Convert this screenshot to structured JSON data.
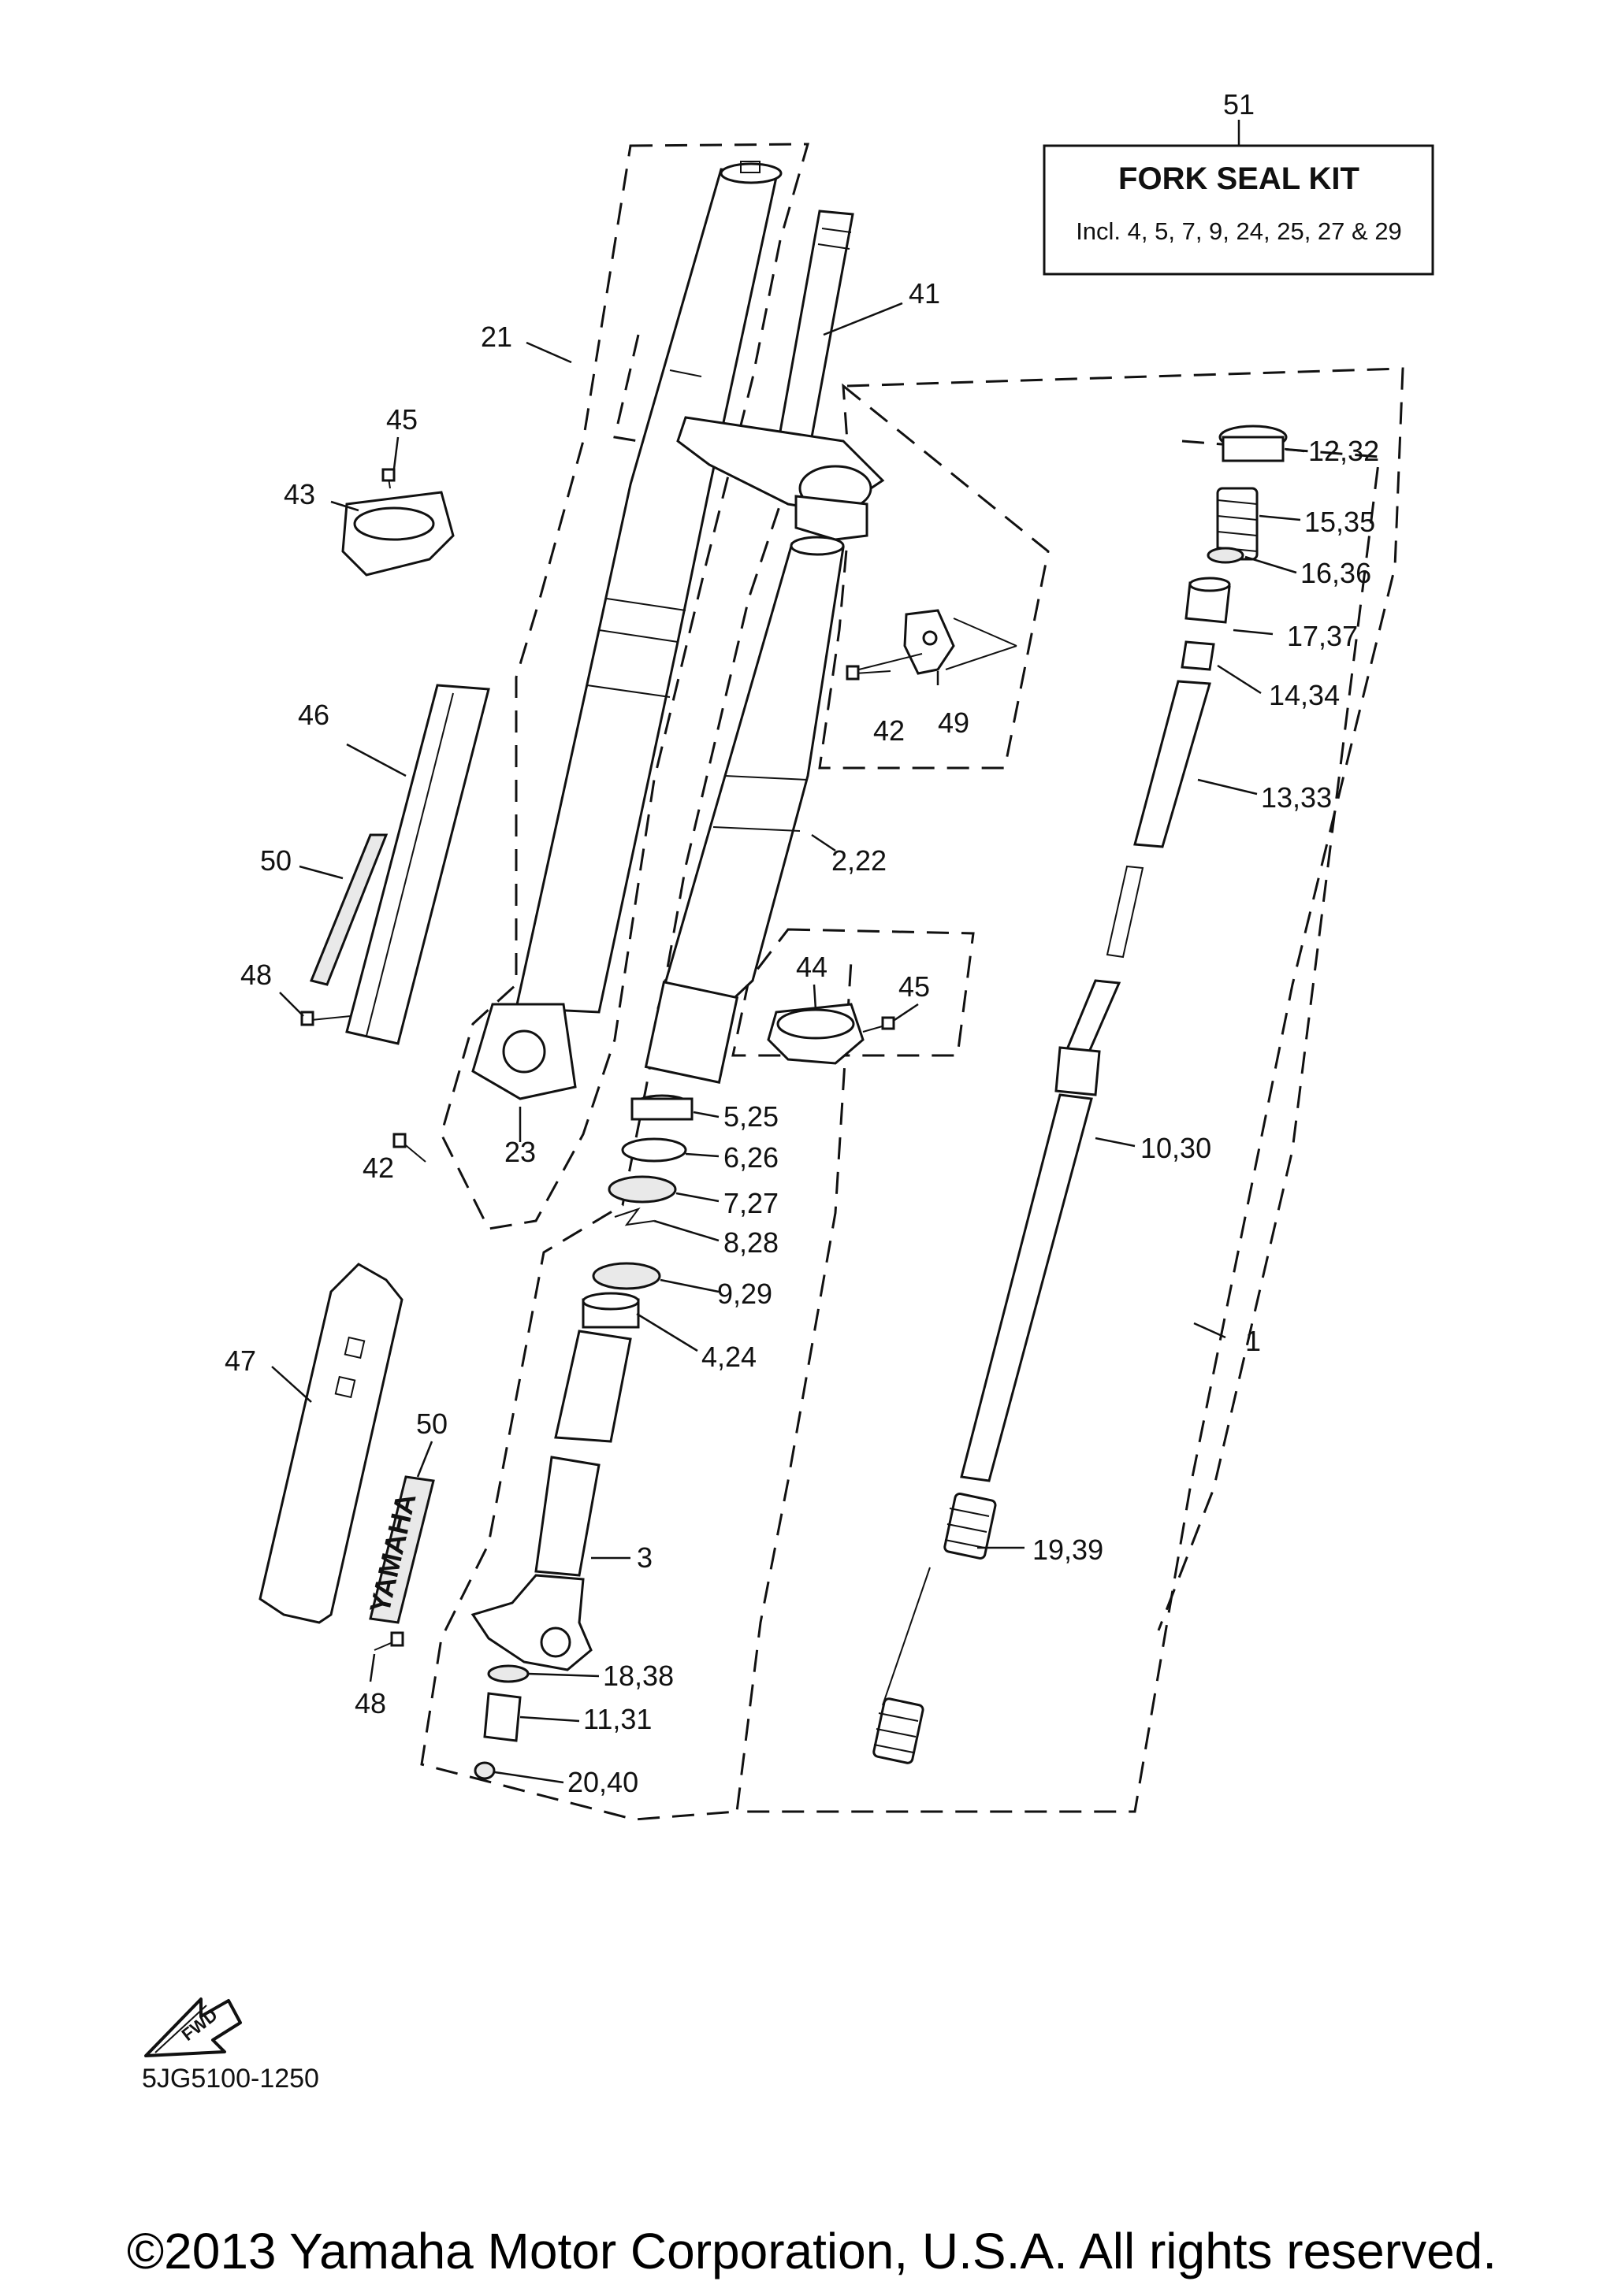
{
  "kit_box": {
    "number": "51",
    "title": "FORK SEAL KIT",
    "includes": "Incl. 4, 5, 7, 9, 24, 25, 27 & 29"
  },
  "callouts": [
    {
      "id": "c21",
      "text": "21"
    },
    {
      "id": "c41",
      "text": "41"
    },
    {
      "id": "c45a",
      "text": "45"
    },
    {
      "id": "c43",
      "text": "43"
    },
    {
      "id": "c12",
      "text": "12,32"
    },
    {
      "id": "c15",
      "text": "15,35"
    },
    {
      "id": "c16",
      "text": "16,36"
    },
    {
      "id": "c17",
      "text": "17,37"
    },
    {
      "id": "c14",
      "text": "14,34"
    },
    {
      "id": "c13",
      "text": "13,33"
    },
    {
      "id": "c42a",
      "text": "42"
    },
    {
      "id": "c49",
      "text": "49"
    },
    {
      "id": "c46",
      "text": "46"
    },
    {
      "id": "c50a",
      "text": "50"
    },
    {
      "id": "c2",
      "text": "2,22"
    },
    {
      "id": "c44",
      "text": "44"
    },
    {
      "id": "c45b",
      "text": "45"
    },
    {
      "id": "c48a",
      "text": "48"
    },
    {
      "id": "c42b",
      "text": "42"
    },
    {
      "id": "c23",
      "text": "23"
    },
    {
      "id": "c5",
      "text": "5,25"
    },
    {
      "id": "c10",
      "text": "10,30"
    },
    {
      "id": "c6",
      "text": "6,26"
    },
    {
      "id": "c7",
      "text": "7,27"
    },
    {
      "id": "c8",
      "text": "8,28"
    },
    {
      "id": "c9",
      "text": "9,29"
    },
    {
      "id": "c1",
      "text": "1"
    },
    {
      "id": "c4",
      "text": "4,24"
    },
    {
      "id": "c47",
      "text": "47"
    },
    {
      "id": "c50b",
      "text": "50"
    },
    {
      "id": "c3",
      "text": "3"
    },
    {
      "id": "c19",
      "text": "19,39"
    },
    {
      "id": "c18",
      "text": "18,38"
    },
    {
      "id": "c48b",
      "text": "48"
    },
    {
      "id": "c11",
      "text": "11,31"
    },
    {
      "id": "c20",
      "text": "20,40"
    }
  ],
  "decal_text": "YAMAHA",
  "fwd_text": "FWD",
  "drawing_code": "5JG5100-1250",
  "copyright": "©2013 Yamaha Motor Corporation, U.S.A. All rights reserved.",
  "icons": [
    "fwd-arrow-icon"
  ]
}
